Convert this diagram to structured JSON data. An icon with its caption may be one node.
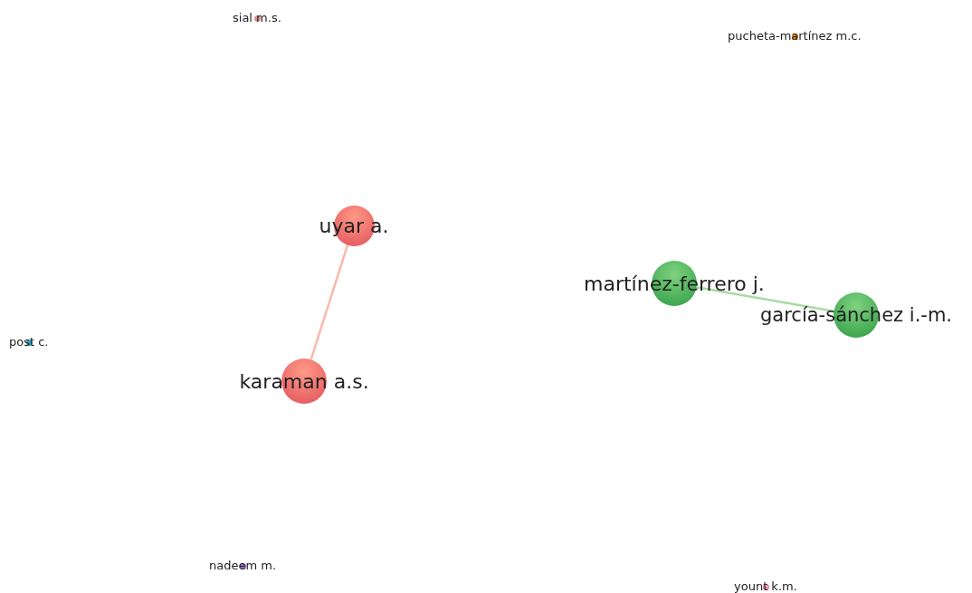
{
  "diagram": {
    "nodes": [
      {
        "text": [
          "sial m.s."
        ]
      },
      {
        "text": [
          "pucheta-martínez m.c."
        ]
      },
      {
        "text": [
          "uyar a."
        ]
      },
      {
        "text": [
          "martínez-ferrero j."
        ]
      },
      {
        "text": [
          "garcía-sánchez i.-m."
        ]
      },
      {
        "text": [
          "post c."
        ]
      },
      {
        "text": [
          "karaman a.s."
        ]
      },
      {
        "text": [
          "nadeem m."
        ]
      },
      {
        "text": [
          "yount k.m."
        ]
      }
    ],
    "edges": [
      {
        "from": 2,
        "to": 6,
        "arrow": "none"
      },
      {
        "from": 3,
        "to": 4,
        "arrow": "none",
        "color": "#a9dca3"
      }
    ]
  }
}
